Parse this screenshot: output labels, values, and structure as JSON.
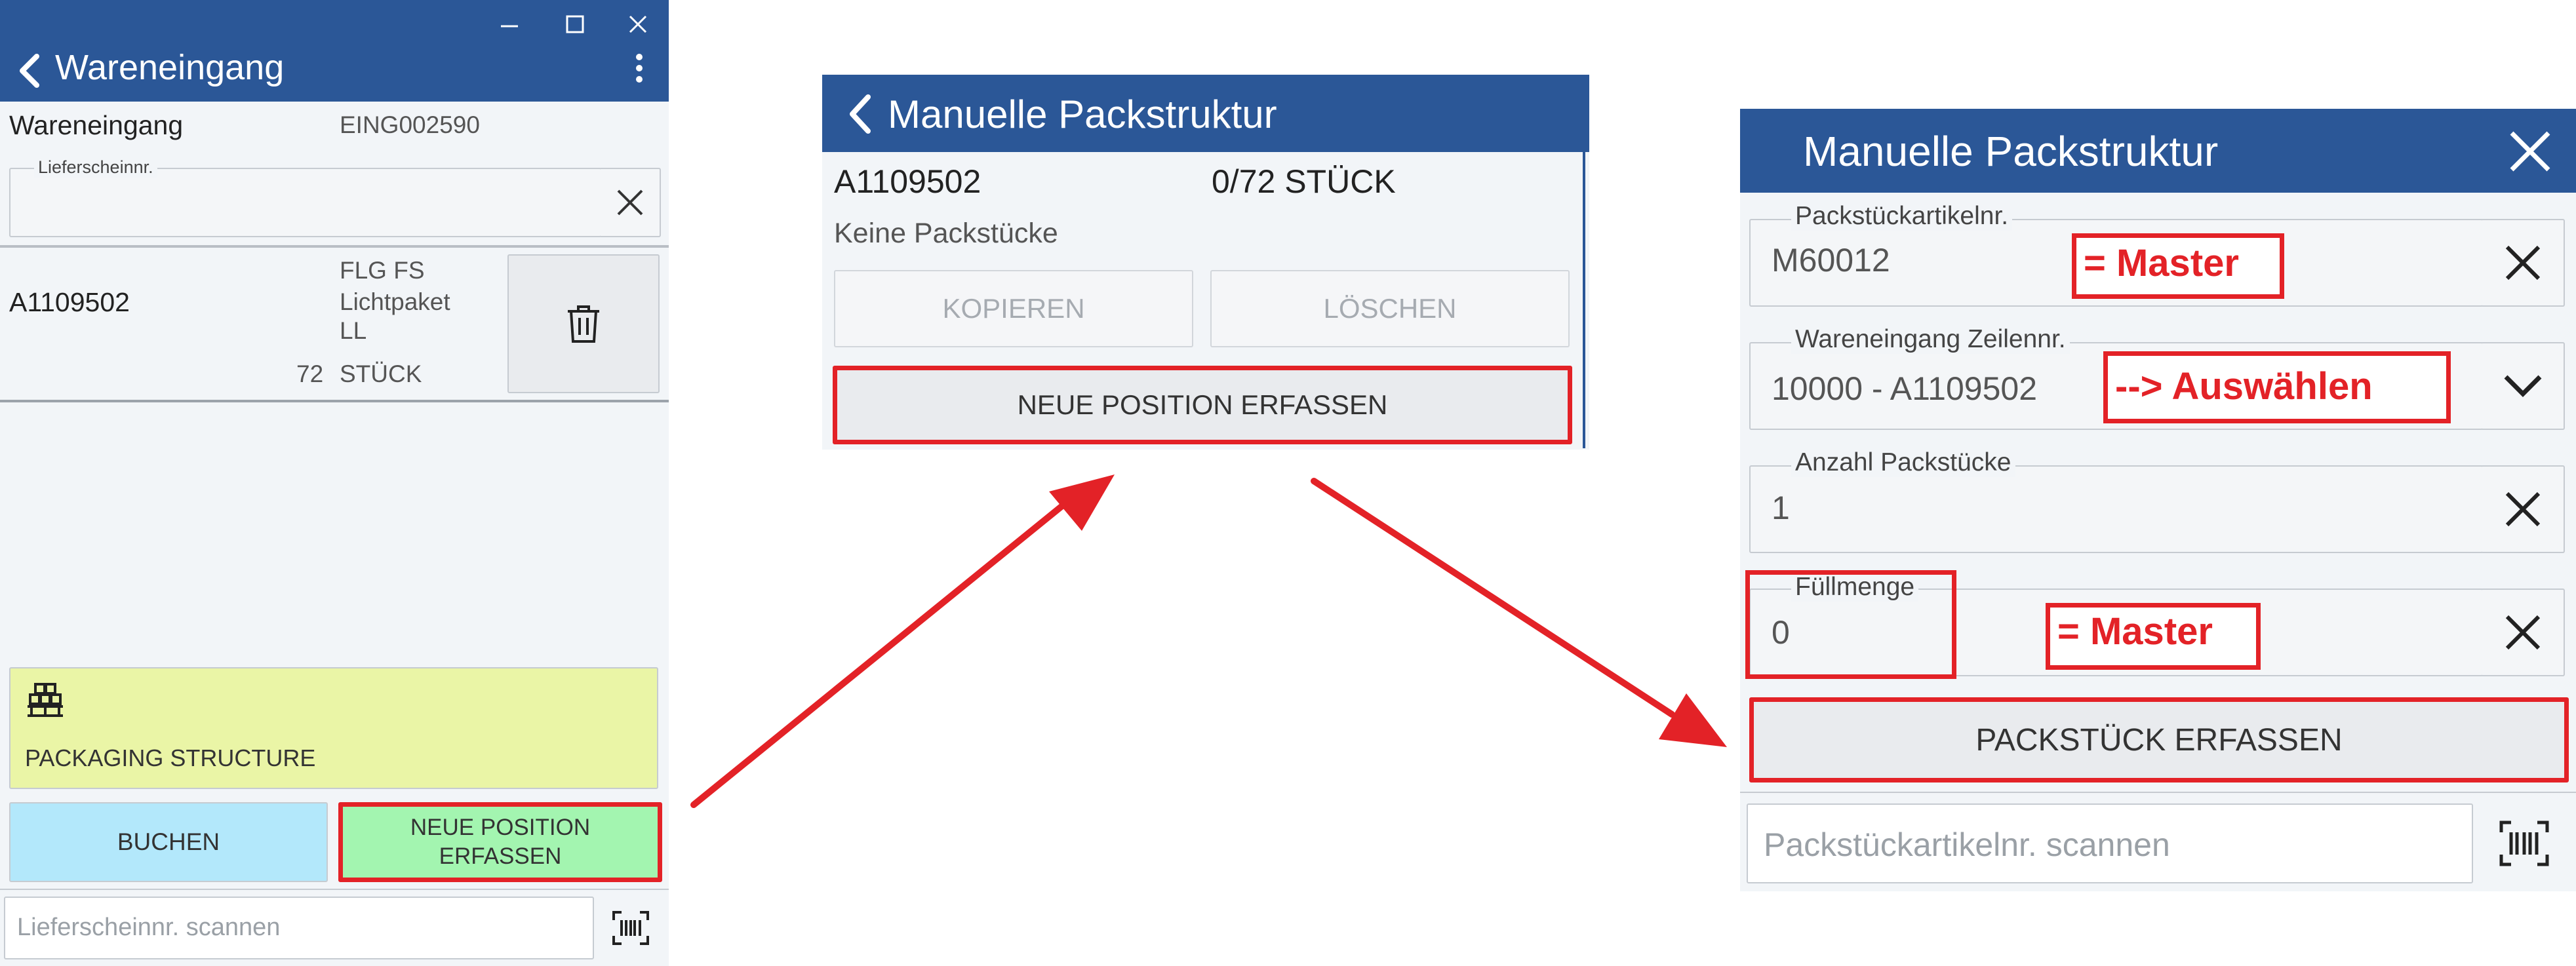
{
  "panel1": {
    "title": "Wareneingang",
    "window_controls": [
      "minimize-icon",
      "maximize-icon",
      "close-icon"
    ],
    "receipt_label": "Wareneingang",
    "receipt_value": "EING002590",
    "delivery_note_legend": "Lieferscheinnr.",
    "item": {
      "code": "A1109502",
      "desc_lines": [
        "FLG FS",
        "Lichtpaket",
        "LL"
      ],
      "quantity": "72",
      "unit": "STÜCK"
    },
    "packaging_label": "PACKAGING STRUCTURE",
    "book_button": "BUCHEN",
    "new_position_lines": [
      "NEUE POSITION",
      "ERFASSEN"
    ],
    "scan_placeholder": "Lieferscheinnr. scannen",
    "colors": {
      "header": "#2b5797",
      "packaging": "#eaf5a6",
      "book": "#b3e8fb",
      "new_position": "#a3f5b0"
    }
  },
  "panel2": {
    "title": "Manuelle Packstruktur",
    "item_code": "A1109502",
    "item_progress": "0/72 STÜCK",
    "empty_text": "Keine Packstücke",
    "copy_button": "KOPIEREN",
    "delete_button": "LÖSCHEN",
    "new_position_button": "NEUE POSITION ERFASSEN"
  },
  "panel3": {
    "title": "Manuelle Packstruktur",
    "fields": [
      {
        "legend": "Packstückartikelnr.",
        "value": "M60012",
        "action": "clear",
        "annotation": "= Master"
      },
      {
        "legend": "Wareneingang Zeilennr.",
        "value": "10000 - A1109502",
        "action": "dropdown",
        "annotation": "--> Auswählen"
      },
      {
        "legend": "Anzahl Packstücke",
        "value": "1",
        "action": "clear",
        "annotation": ""
      },
      {
        "legend": "Füllmenge",
        "value": "0",
        "action": "clear",
        "annotation": "= Master"
      }
    ],
    "submit_button": "PACKSTÜCK ERFASSEN",
    "scan_placeholder": "Packstückartikelnr. scannen"
  },
  "annotation_color": "#e32227"
}
